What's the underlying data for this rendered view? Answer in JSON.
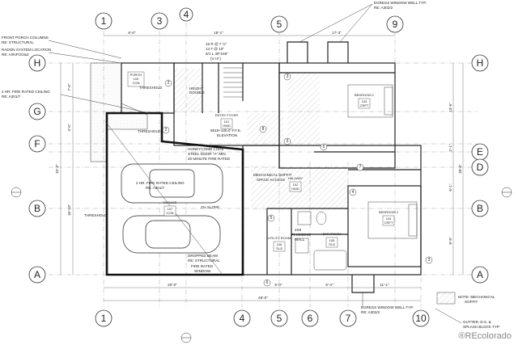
{
  "grid_columns": [
    "1",
    "3",
    "4",
    "5",
    "9",
    "1",
    "4",
    "5",
    "6",
    "7",
    "10"
  ],
  "grid_rows": [
    "H",
    "G",
    "F",
    "E",
    "D",
    "B",
    "A",
    "H",
    "F",
    "B",
    "A"
  ],
  "callouts": {
    "front_porch": "FRONT PORCH COLUMNS",
    "front_porch_ref": "RE: STRUCTURAL",
    "radon": "RADON SYSTEM LOCATION",
    "radon_ref": "RE: A/INFO/2&3",
    "rated_ceiling": "2 HR. FIRE RATED CEILING",
    "rated_ceiling_ref": "RE: A301/7",
    "egress_top": "EGRESS WINDOW WELL TYP.",
    "egress_top_ref": "RE: A302/2",
    "honeycomb": "HONEYCOMB CORE",
    "steel_door": "STEEL DOOR \"A\" MIN.",
    "fire_door": "20 MINUTE FIRE RATED",
    "rated_ceiling_garage": "2 HR. FIRE RATED CEILING",
    "rated_ceiling_garage_ref": "RE: A301/7",
    "slope": "2% SLOPE",
    "mech_soffit": "MECHANICAL SOFFIT",
    "space_access": "SPACE ACCESS",
    "plumbing": "2X6",
    "plumbing2": "PLUMBING",
    "plumbing3": "WALL",
    "dropped_beam": "DROPPED BEAM",
    "dropped_beam_ref": "RE: STRUCTURAL",
    "fire_window": "FIRE RATED",
    "fire_window2": "WINDOW",
    "threshold1": "THRESHOLD",
    "threshold2": "THRESHOLD",
    "threshold3": "THRESHOLD",
    "stair_risers": "16 R @ 7 ½\"",
    "stair_treads": "14 T @ 10\"",
    "stair_size": "6/1 L 49\"X48\"",
    "stair_vif": "(V.I.F.)",
    "height": "HEIGHT",
    "double": "DOUBLE",
    "entry_elev1": "8619+100.0' F.F.E.",
    "entry_elev2": "ELEVATION",
    "egress_bottom": "EGRESS WINDOW WELL TYP.",
    "egress_bottom_ref": "RE: A302/2",
    "gutter": "GUTTER, D.S. &",
    "gutter2": "SPLASH BLOCK TYP.",
    "legend_note": "NOTE: MECHANICAL",
    "legend_note2": "SOFFIT"
  },
  "rooms": [
    {
      "name": "PORCH",
      "num": "100",
      "floor": "CON"
    },
    {
      "name": "ENTRY FOYER",
      "num": "101",
      "floor": "HWD"
    },
    {
      "name": "HALLWAY",
      "num": "102",
      "floor": "HWD"
    },
    {
      "name": "BEDROOM 1",
      "num": "103",
      "floor": "CRPT"
    },
    {
      "name": "BEDROOM 2",
      "num": "104",
      "floor": "CRPT"
    },
    {
      "name": "BATHROOM",
      "num": "105",
      "floor": "TILE"
    },
    {
      "name": "UTILITY ROOM",
      "num": "106",
      "floor": "TILE"
    },
    {
      "name": "GARAGE",
      "num": "107",
      "floor": "CON"
    }
  ],
  "dimensions": {
    "top_left": "6'-0\"",
    "top_mid": "18'-1\"",
    "top_right": "17'-3\"",
    "left_total": "32'-0\"",
    "left_upper": "7'-0\"",
    "left_mid": "4'-0\"",
    "left_lower": "16'-10\"",
    "bottom_left": "20'-0\"",
    "bottom_mid": "5'-0\"",
    "bottom_mid2": "5'-4\"",
    "bottom_right": "11'-1\"",
    "bottom_total": "46'-0\"",
    "right_total": "30'-0\"",
    "right_a": "13'-5\"",
    "right_b": "2'-1\"",
    "right_c": "6'-1\"",
    "right_d": "9'-9\""
  },
  "markers": [
    "1",
    "2",
    "3",
    "4",
    "5",
    "6",
    "7",
    "8"
  ],
  "watermark": "®REcolorado"
}
